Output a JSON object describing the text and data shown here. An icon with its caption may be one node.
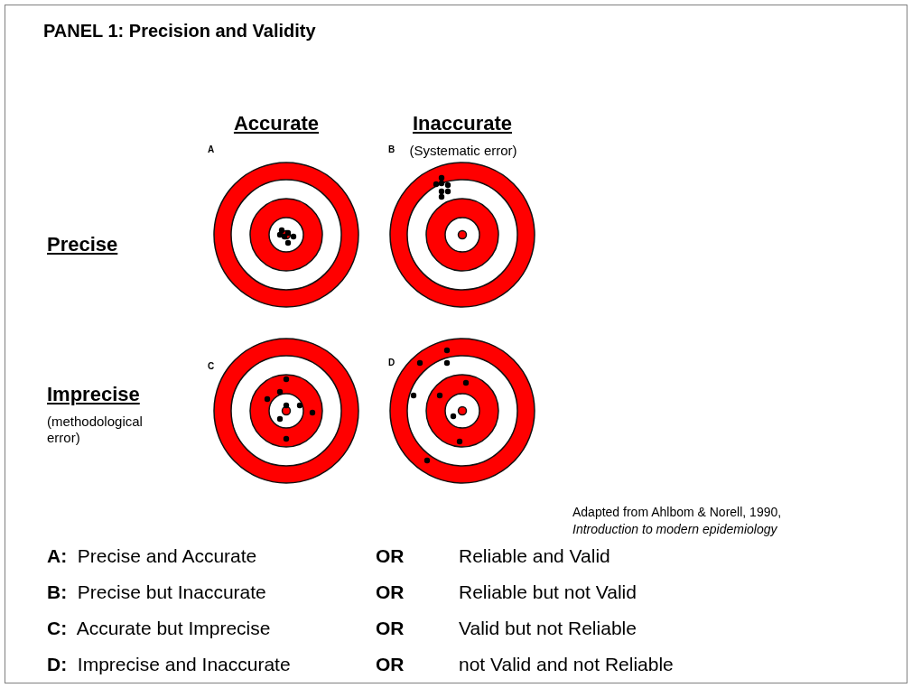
{
  "diagram": {
    "title": "PANEL 1: Precision and Validity",
    "labels": [
      "Accurate",
      "Inaccurate",
      "(Systematic error)",
      "A",
      "B",
      "Precise",
      "C",
      "D",
      "Imprecise",
      "(methodological error)",
      "Adapted from Ahlbom & Norell, 1990, *Introduction to modern epidemiology*",
      "**A:**  Precise and Accurate",
      "OR",
      "Reliable and Valid",
      "**B:**  Precise but Inaccurate",
      "OR",
      "Reliable but not Valid",
      "**C:**  Accurate but Imprecise",
      "OR",
      "Valid but not Reliable",
      "**D:**  Imprecise and Inaccurate",
      "OR",
      "not Valid and not Reliable"
    ]
  }
}
